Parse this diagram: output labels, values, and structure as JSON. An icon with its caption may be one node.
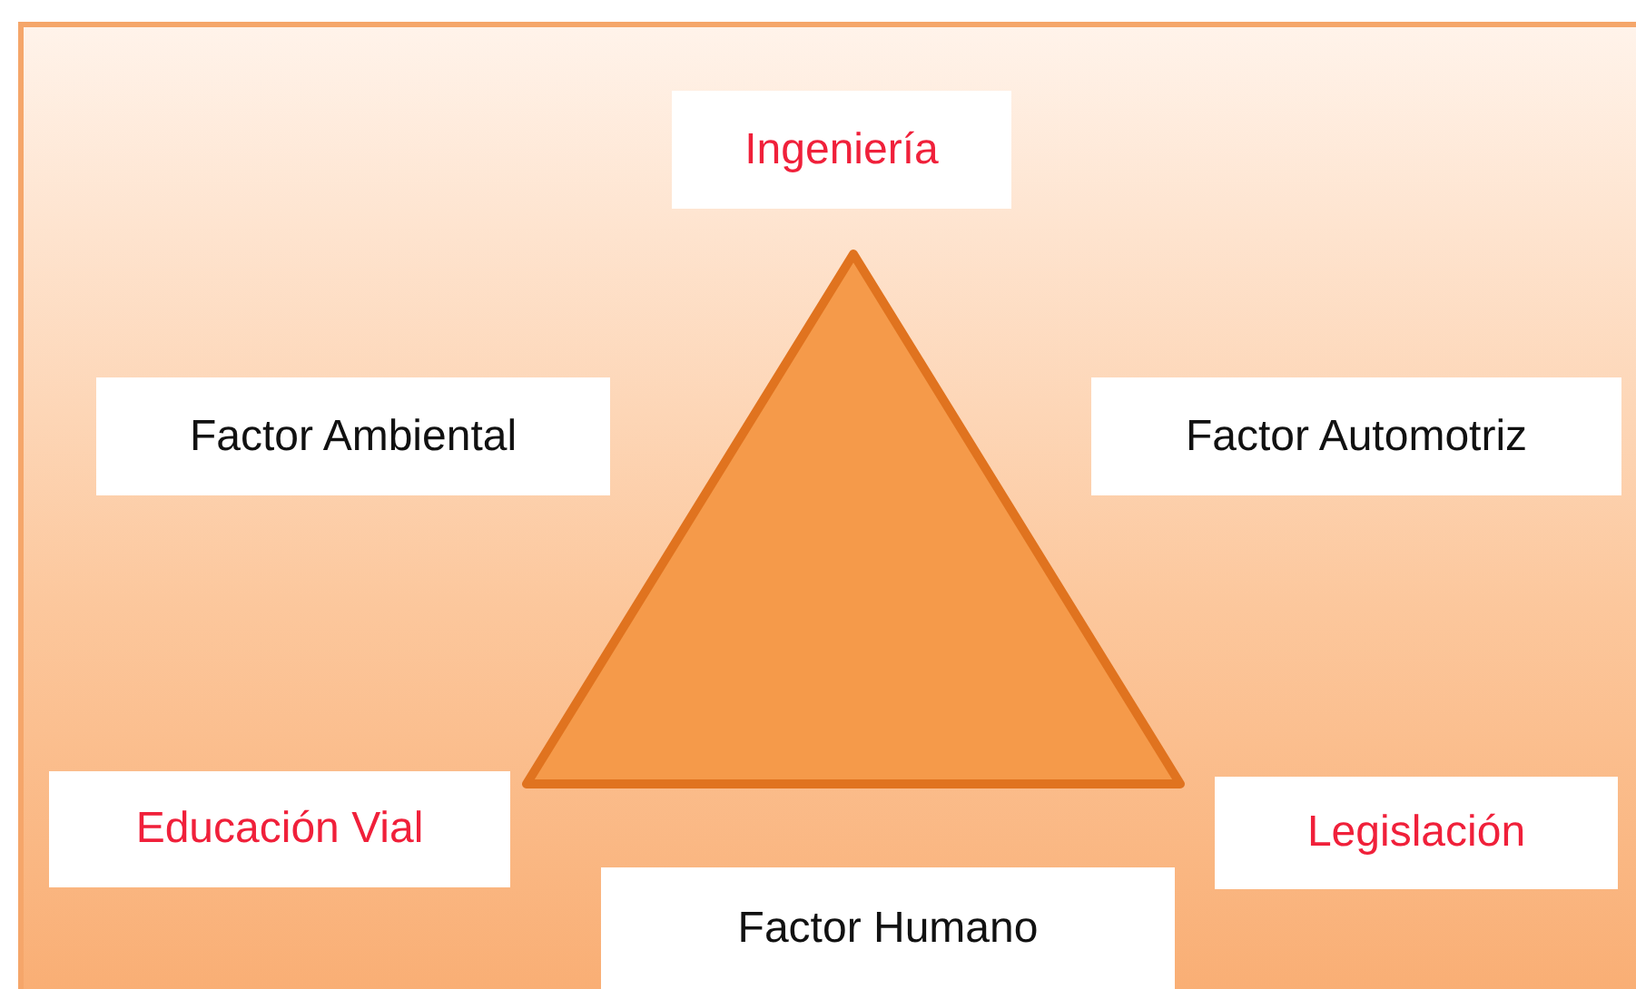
{
  "diagram": {
    "nodes": [
      {
        "text": [],
        "shape": "triangle"
      },
      {
        "text": [
          "Ingeniería"
        ]
      },
      {
        "text": [
          "Factor Ambiental"
        ]
      },
      {
        "text": [
          "Factor Automotriz"
        ]
      },
      {
        "text": [
          "Educación Vial"
        ]
      },
      {
        "text": [
          "Legislación"
        ]
      },
      {
        "text": [
          "Factor Humano"
        ]
      }
    ]
  }
}
